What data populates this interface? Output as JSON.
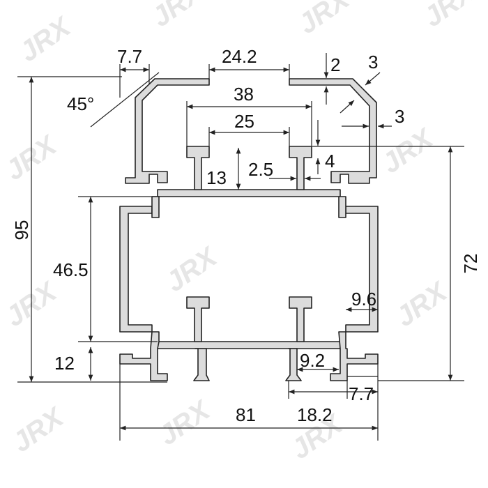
{
  "watermark": {
    "text": "JRX"
  },
  "colors": {
    "profile_fill": "#dcdcdc",
    "profile_stroke": "#222222",
    "dimension_line": "#222222",
    "watermark": "#e6e6e6"
  },
  "dimensions": {
    "top_flange": "7.7",
    "top_opening": "24.2",
    "top_wall": "2",
    "top_corner": "3",
    "side_wall": "3",
    "angle": "45°",
    "inner_outer_width": "38",
    "inner_inner_width": "25",
    "t_height": "13",
    "t_stem": "2.5",
    "t_head": "4",
    "total_height": "95",
    "middle_height": "46.5",
    "right_height": "72",
    "right_small": "9.6",
    "bottom_height": "12",
    "slot_width": "9.2",
    "bottom_right_small": "7.7",
    "total_width": "81",
    "bottom_right_width": "18.2"
  }
}
